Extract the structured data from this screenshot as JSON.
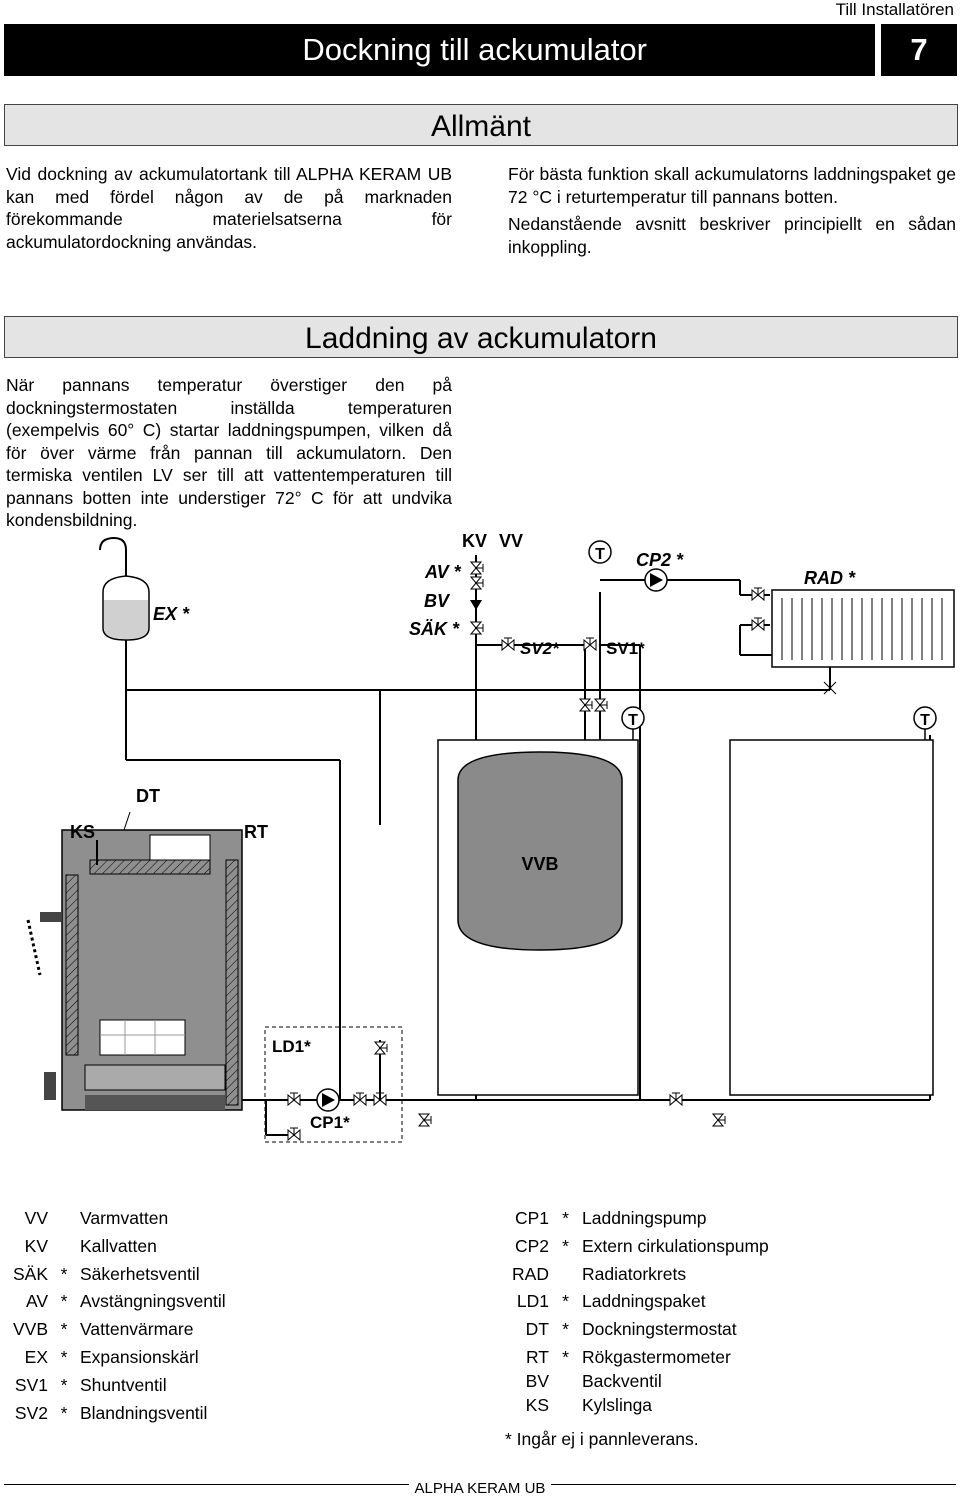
{
  "header": {
    "audience": "Till Installatören"
  },
  "title": {
    "text": "Dockning till ackumulator",
    "chapter": "7"
  },
  "section1": {
    "heading": "Allmänt",
    "left_text": "Vid dockning av ackumulatortank till ALPHA KERAM UB kan med fördel någon av de på marknaden förekommande materielsatserna för ackumulatordockning användas.",
    "right_text_1": "För bästa funktion skall ackumulatorns laddningspaket ge 72 °C i returtemperatur till pannans botten.",
    "right_text_2": "Nedanstående avsnitt beskriver principiellt en sådan inkoppling."
  },
  "section2": {
    "heading": "Laddning av ackumulatorn",
    "text": "När pannans temperatur överstiger den på dockningstermostaten inställda temperaturen (exempelvis 60° C) startar laddningspumpen, vilken då för över värme från pannan till ackumulatorn. Den termiska ventilen LV ser till att vattentemperaturen till pannans botten inte understiger 72° C för att undvika kondensbildning."
  },
  "diagram": {
    "labels": {
      "kv": "KV",
      "vv": "VV",
      "av": "AV *",
      "bv": "BV",
      "sak": "SÄK *",
      "ex": "EX *",
      "t1": "T",
      "cp2": "CP2 *",
      "rad": "RAD *",
      "sv2": "SV2*",
      "sv1": "SV1*",
      "t2": "T",
      "t3": "T",
      "dt": "DT",
      "ks": "KS",
      "rt": "RT",
      "vvb": "VVB",
      "ld1": "LD1*",
      "cp1": "CP1*"
    }
  },
  "legend_left": [
    {
      "abbr": "VV",
      "star": "",
      "desc": "Varmvatten"
    },
    {
      "abbr": "KV",
      "star": "",
      "desc": "Kallvatten"
    },
    {
      "abbr": "SÄK",
      "star": "*",
      "desc": "Säkerhetsventil"
    },
    {
      "abbr": "AV",
      "star": "*",
      "desc": "Avstängningsventil"
    },
    {
      "abbr": "VVB",
      "star": "*",
      "desc": "Vattenvärmare"
    },
    {
      "abbr": "EX",
      "star": "*",
      "desc": "Expansionskärl"
    },
    {
      "abbr": "SV1",
      "star": "*",
      "desc": "Shuntventil"
    },
    {
      "abbr": "SV2",
      "star": "*",
      "desc": "Blandningsventil"
    }
  ],
  "legend_right": [
    {
      "abbr": "CP1",
      "star": "*",
      "desc": "Laddningspump"
    },
    {
      "abbr": "CP2",
      "star": "*",
      "desc": "Extern cirkulationspump"
    },
    {
      "abbr": "RAD",
      "star": "",
      "desc": "Radiatorkrets"
    },
    {
      "abbr": "LD1",
      "star": "*",
      "desc": "Laddningspaket"
    },
    {
      "abbr": "DT",
      "star": "*",
      "desc": "Dockningstermostat"
    },
    {
      "abbr": "RT",
      "star": "*",
      "desc": "Rökgastermometer"
    },
    {
      "abbr": "BV",
      "star": "",
      "desc": "Backventil"
    },
    {
      "abbr": "KS",
      "star": "",
      "desc": "Kylslinga"
    }
  ],
  "legend_note": "* Ingår ej i pannleverans.",
  "footer": {
    "text": "ALPHA KERAM UB"
  }
}
